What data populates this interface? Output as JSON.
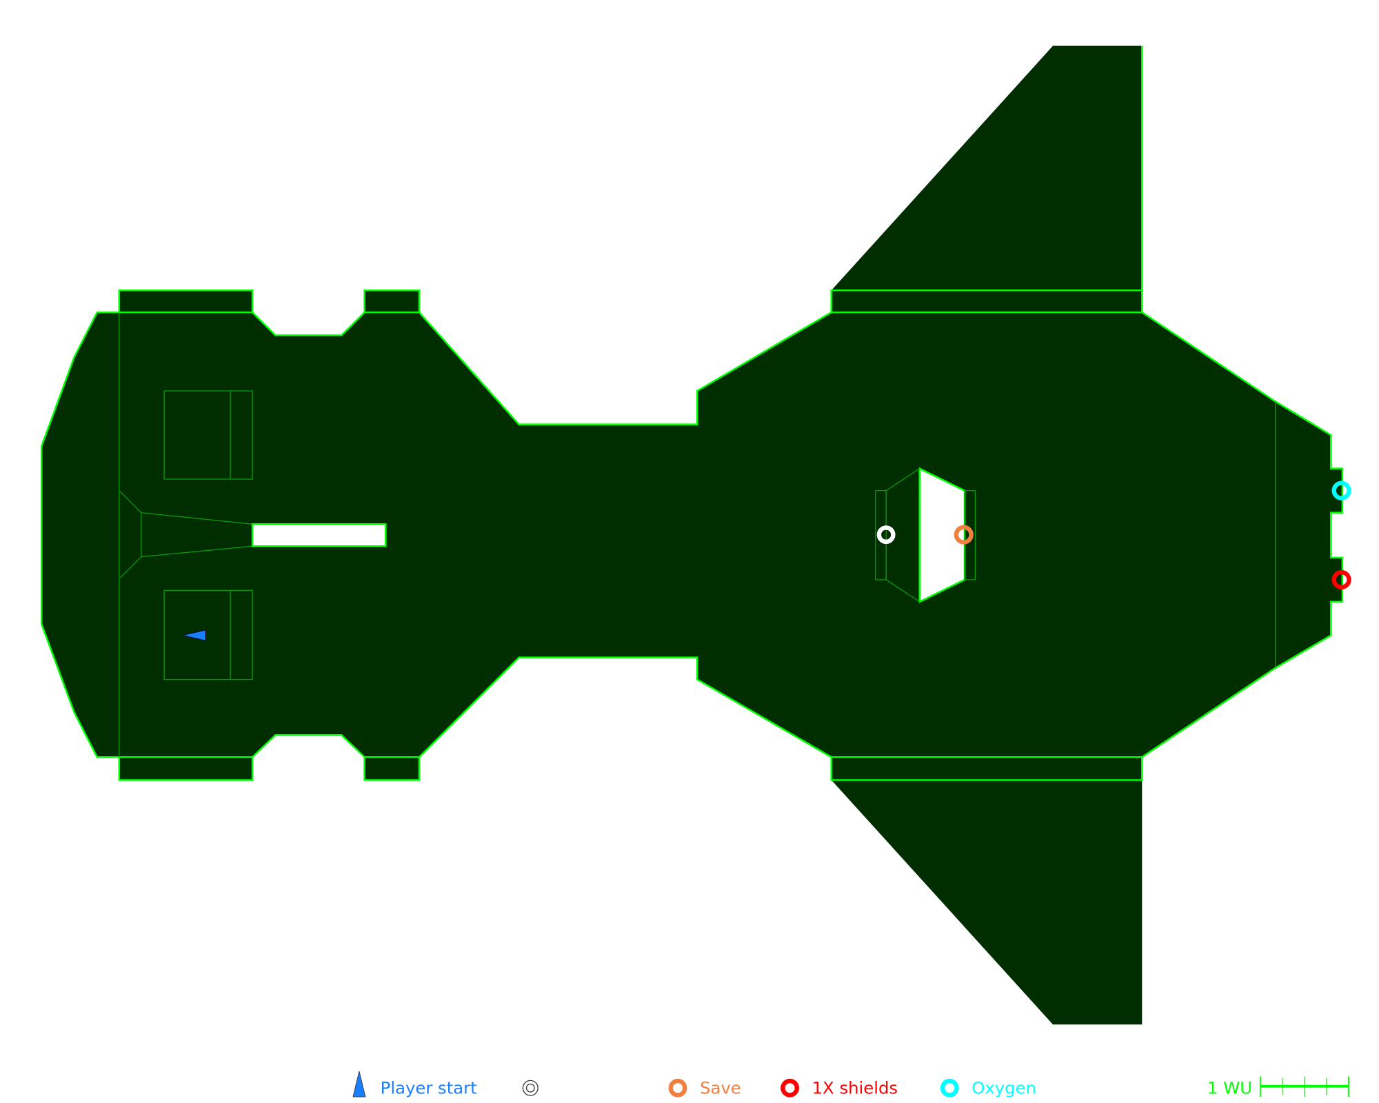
{
  "colors": {
    "hull": "#002e00",
    "outline": "#00ff00",
    "player": "#1a7fff",
    "checkpoint": "#ffffff",
    "save": "#f08040",
    "shields": "#ff0000",
    "oxygen": "#00ffff",
    "scale": "#00ff00"
  },
  "legend": {
    "player_start": "Player start",
    "checkpoint": "",
    "save": "Save",
    "shields": "1X shields",
    "oxygen": "Oxygen",
    "scale": "1 WU"
  },
  "markers": [
    {
      "type": "checkpoint",
      "icon": "ring-icon"
    },
    {
      "type": "save",
      "icon": "ring-icon"
    },
    {
      "type": "oxygen",
      "icon": "ring-icon"
    },
    {
      "type": "shields",
      "icon": "ring-icon"
    },
    {
      "type": "player_start",
      "icon": "arrow-icon"
    }
  ]
}
